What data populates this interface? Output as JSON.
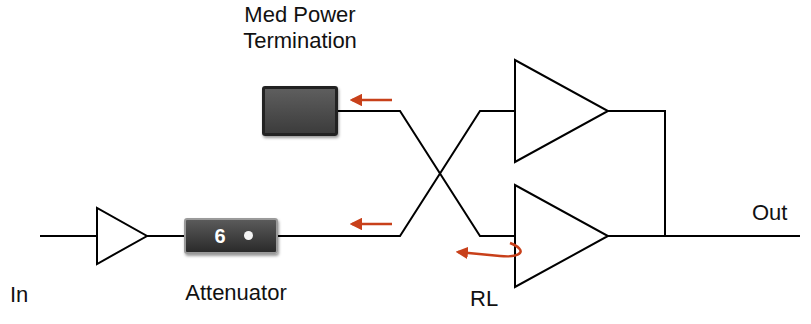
{
  "diagram": {
    "nodes": [
      {
        "text": [
          "Med Power Termination"
        ]
      },
      {
        "text": [
          "Attenuator",
          "6"
        ]
      }
    ],
    "labels": [
      "In",
      "RL",
      "Out"
    ]
  }
}
